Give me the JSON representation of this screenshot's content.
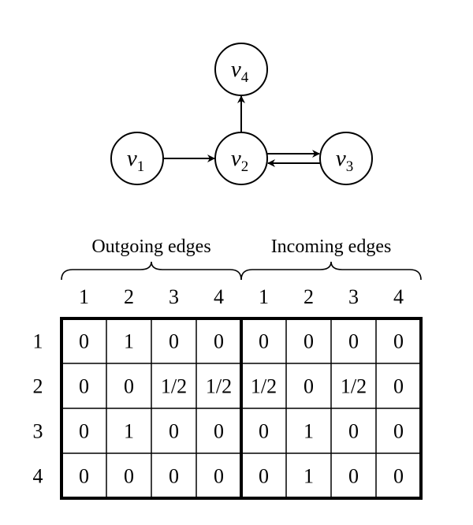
{
  "graph": {
    "nodes": [
      {
        "id": "v1",
        "letter": "v",
        "sub": "1"
      },
      {
        "id": "v2",
        "letter": "v",
        "sub": "2"
      },
      {
        "id": "v3",
        "letter": "v",
        "sub": "3"
      },
      {
        "id": "v4",
        "letter": "v",
        "sub": "4"
      }
    ],
    "edges": [
      {
        "from": "v1",
        "to": "v2"
      },
      {
        "from": "v2",
        "to": "v3"
      },
      {
        "from": "v3",
        "to": "v2"
      },
      {
        "from": "v2",
        "to": "v4"
      }
    ]
  },
  "table": {
    "group_headers": [
      "Outgoing edges",
      "Incoming edges"
    ],
    "column_headers": [
      "1",
      "2",
      "3",
      "4",
      "1",
      "2",
      "3",
      "4"
    ],
    "row_headers": [
      "1",
      "2",
      "3",
      "4"
    ],
    "rows": [
      [
        "0",
        "1",
        "0",
        "0",
        "0",
        "0",
        "0",
        "0"
      ],
      [
        "0",
        "0",
        "1/2",
        "1/2",
        "1/2",
        "0",
        "1/2",
        "0"
      ],
      [
        "0",
        "1",
        "0",
        "0",
        "0",
        "1",
        "0",
        "0"
      ],
      [
        "0",
        "0",
        "0",
        "0",
        "0",
        "1",
        "0",
        "0"
      ]
    ]
  }
}
